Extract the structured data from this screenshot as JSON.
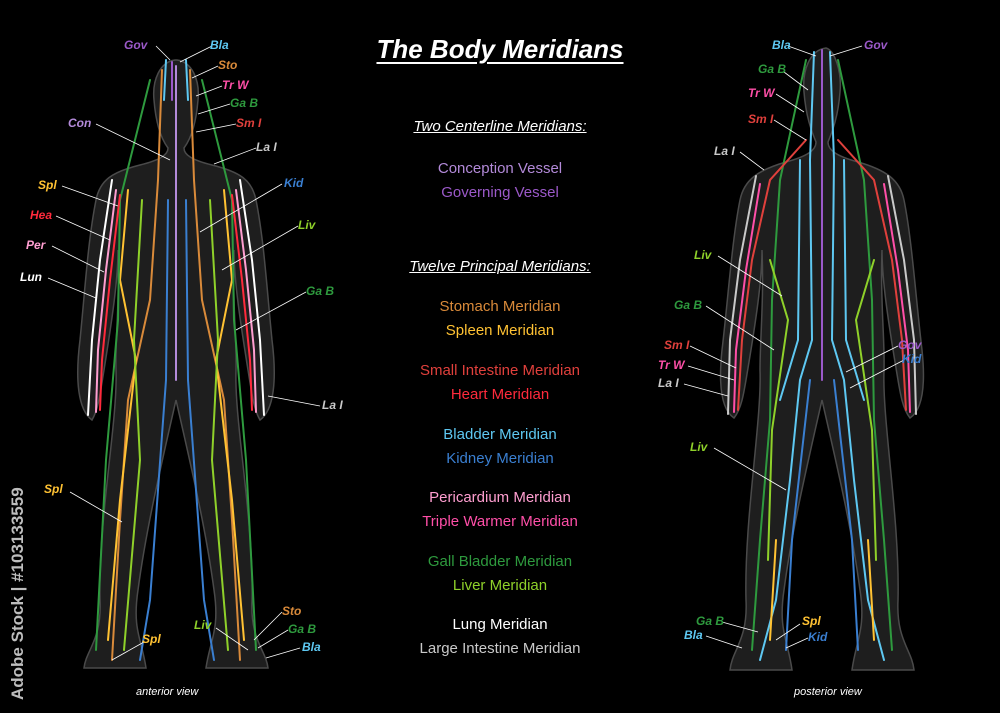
{
  "title": "The Body Meridians",
  "centerline_heading": "Two Centerline Meridians:",
  "principal_heading": "Twelve Principal Meridians:",
  "centerline": [
    {
      "label": "Conception Vessel",
      "color": "#b38ad9"
    },
    {
      "label": "Governing Vessel",
      "color": "#9b59c9"
    }
  ],
  "principal": [
    {
      "label": "Stomach Meridian",
      "color": "#d98a3a"
    },
    {
      "label": "Spleen Meridian",
      "color": "#ffc233"
    },
    {
      "label": "Small Intestine Meridian",
      "color": "#e0403c"
    },
    {
      "label": "Heart Meridian",
      "color": "#ff2a3c"
    },
    {
      "label": "Bladder Meridian",
      "color": "#5ec8f2"
    },
    {
      "label": "Kidney Meridian",
      "color": "#3a7fd1"
    },
    {
      "label": "Pericardium Meridian",
      "color": "#ff9ed0"
    },
    {
      "label": "Triple Warmer Meridian",
      "color": "#ff4fa8"
    },
    {
      "label": "Gall Bladder Meridian",
      "color": "#2e9a3e"
    },
    {
      "label": "Liver Meridian",
      "color": "#8fd12a"
    },
    {
      "label": "Lung Meridian",
      "color": "#ffffff"
    },
    {
      "label": "Large Intestine Meridian",
      "color": "#c9c9c9"
    }
  ],
  "anterior_view_label": "anterior view",
  "posterior_view_label": "posterior view",
  "watermark_id": "Adobe Stock | #103133559",
  "anterior_labels": {
    "gov": "Gov",
    "bla": "Bla",
    "sto": "Sto",
    "trw": "Tr W",
    "gab": "Ga B",
    "con": "Con",
    "sml": "Sm I",
    "lai_top": "La I",
    "spl": "Spl",
    "kid": "Kid",
    "hea": "Hea",
    "liv": "Liv",
    "per": "Per",
    "lun": "Lun",
    "gab_mid": "Ga B",
    "lai_hand": "La I",
    "spl_leg": "Spl",
    "liv_foot": "Liv",
    "sto_foot": "Sto",
    "spl_foot": "Spl",
    "gab_foot": "Ga B",
    "bla_foot": "Bla"
  },
  "posterior_labels": {
    "bla": "Bla",
    "gov": "Gov",
    "gab": "Ga B",
    "trw": "Tr W",
    "sml": "Sm I",
    "lai": "La I",
    "liv": "Liv",
    "gab_mid": "Ga B",
    "sml_hand": "Sm I",
    "gov_low": "Gov",
    "trw_hand": "Tr W",
    "kid": "Kid",
    "lai_hand": "La I",
    "liv_leg": "Liv",
    "gab_foot": "Ga B",
    "spl_foot": "Spl",
    "bla_foot": "Bla",
    "kid_foot": "Kid"
  }
}
